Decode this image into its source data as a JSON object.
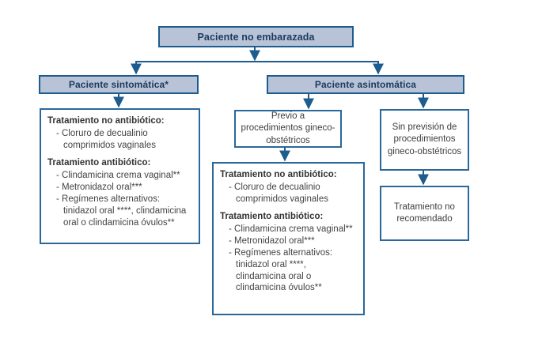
{
  "palette": {
    "header_fill": "#b9c3d7",
    "line_blue": "#1d5c8f",
    "header_text": "#1b3a5e",
    "body_text": "#3d3d3d",
    "box_background": "#ffffff"
  },
  "flowchart": {
    "root": {
      "label": "Paciente no embarazada"
    },
    "symptomatic": {
      "label": "Paciente sintomática*"
    },
    "asymptomatic": {
      "label": "Paciente asintomática"
    },
    "previo": {
      "label": "Previo a procedimientos gineco-obstétricos"
    },
    "sin_prevision": {
      "label": "Sin previsión de procedimientos gineco-obstétricos"
    },
    "no_recomendado": {
      "label": "Tratamiento no recomendado"
    },
    "treatment_symptomatic": {
      "sections": [
        {
          "heading": "Tratamiento no antibiótico:",
          "items": [
            "- Cloruro de decualinio comprimidos vaginales"
          ]
        },
        {
          "heading": "Tratamiento antibiótico:",
          "items": [
            "- Clindamicina crema vaginal**",
            "- Metronidazol oral***",
            "- Regímenes alternativos: tinidazol oral ****, clindamicina oral o clindamicina óvulos**"
          ]
        }
      ]
    },
    "treatment_previo": {
      "sections": [
        {
          "heading": "Tratamiento no antibiótico:",
          "items": [
            "- Cloruro de decualinio comprimidos vaginales"
          ]
        },
        {
          "heading": "Tratamiento antibiótico:",
          "items": [
            "- Clindamicina crema vaginal**",
            "- Metronidazol oral***",
            "- Regímenes alternativos: tinidazol oral ****, clindamicina oral o clindamicina óvulos**"
          ]
        }
      ]
    }
  }
}
